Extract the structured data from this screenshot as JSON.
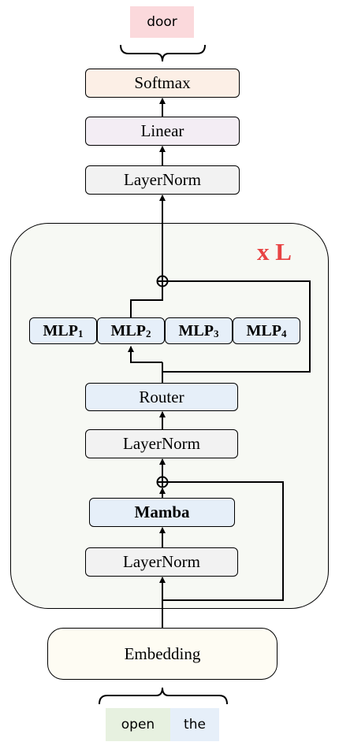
{
  "output_token": "door",
  "input_tokens": [
    "open",
    "the"
  ],
  "top": {
    "softmax": "Softmax",
    "linear": "Linear",
    "layernorm": "LayerNorm"
  },
  "block": {
    "repeat_label": "x L",
    "mlps": [
      {
        "name": "MLP",
        "index": "1"
      },
      {
        "name": "MLP",
        "index": "2"
      },
      {
        "name": "MLP",
        "index": "3"
      },
      {
        "name": "MLP",
        "index": "4"
      }
    ],
    "router": "Router",
    "layernorm_mid": "LayerNorm",
    "mamba": "Mamba",
    "layernorm_bottom": "LayerNorm"
  },
  "embedding": "Embedding",
  "colors": {
    "output_token_bg": "#fbd9dc",
    "token_open_bg": "#e7f1e0",
    "token_the_bg": "#e6eff9",
    "repeat_label": "#e84343"
  }
}
